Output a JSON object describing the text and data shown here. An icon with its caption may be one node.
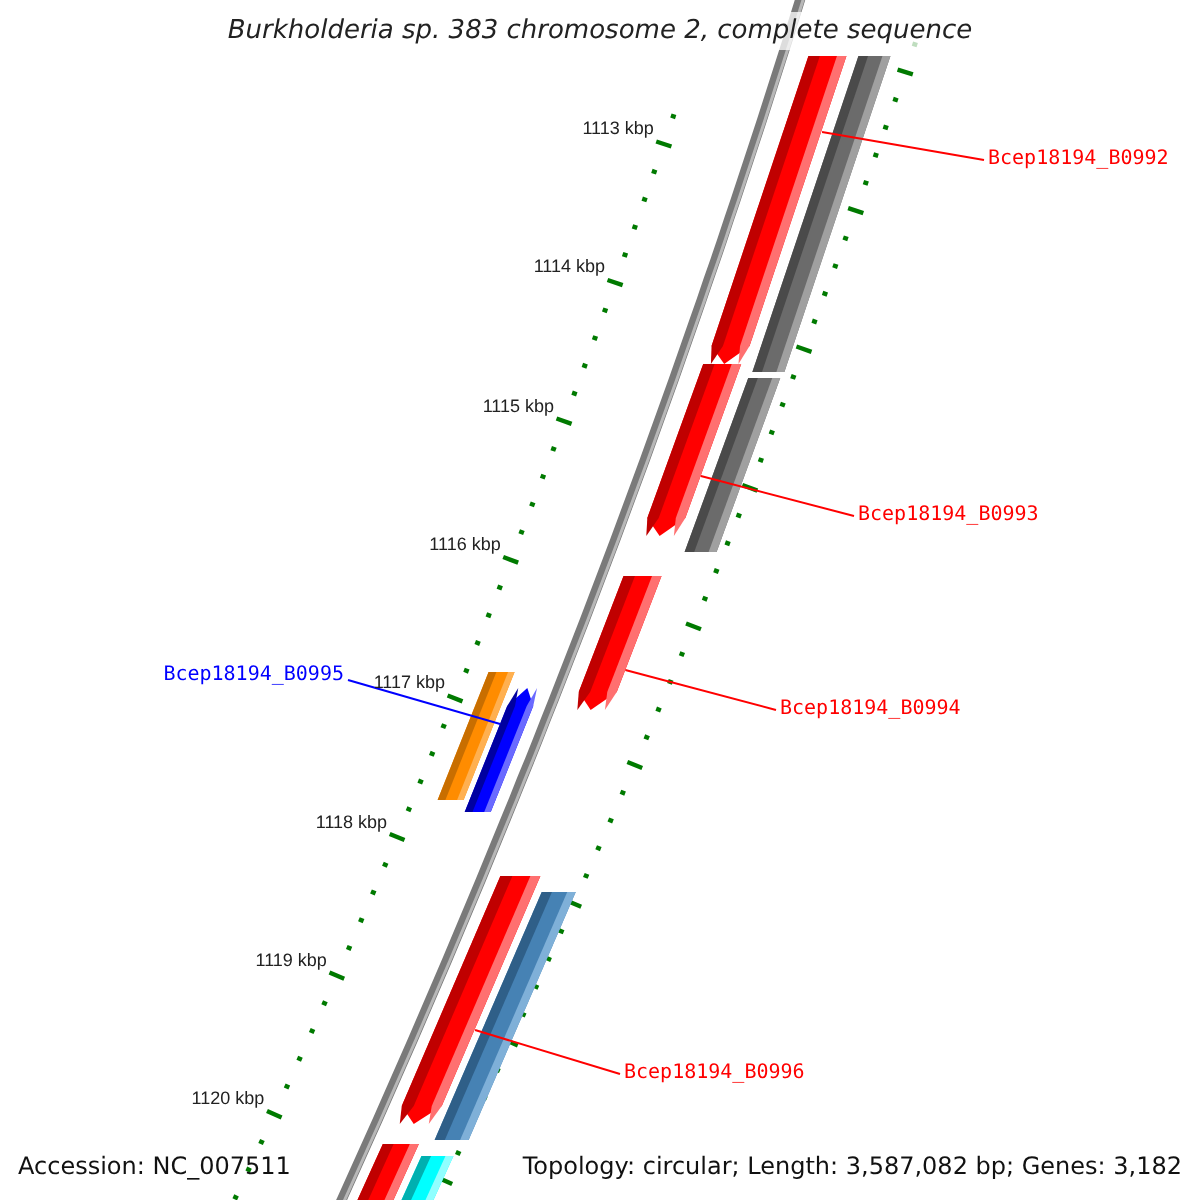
{
  "diagram": {
    "title": "Burkholderia sp. 383 chromosome 2, complete sequence",
    "nodes": [
      {
        "text": [
          "Bcep18194_B0992"
        ]
      },
      {
        "text": [],
        "shape": "bar"
      },
      {
        "text": [
          "Bcep18194_B0993"
        ]
      },
      {
        "text": [],
        "shape": "bar"
      },
      {
        "text": [
          "Bcep18194_B0994"
        ]
      },
      {
        "text": [],
        "shape": "bar"
      },
      {
        "text": [
          "Bcep18194_B0995"
        ]
      },
      {
        "text": [],
        "shape": "bar"
      },
      {
        "text": [
          "Bcep18194_B0996"
        ]
      },
      {
        "text": [],
        "shape": "bar"
      }
    ],
    "edges": [
      {
        "from": 0,
        "to": 1,
        "arrow": "none"
      },
      {
        "from": 2,
        "to": 3,
        "arrow": "none"
      },
      {
        "from": 4,
        "to": 5,
        "arrow": "none"
      },
      {
        "from": 6,
        "to": 7,
        "arrow": "none",
        "color": "#0000ff"
      },
      {
        "from": 8,
        "to": 9,
        "arrow": "none"
      }
    ],
    "labels": [
      "1113 kbp",
      "1114 kbp",
      "1115 kbp",
      "1116 kbp",
      "1117 kbp",
      "1118 kbp",
      "1119 kbp",
      "1120 kbp",
      "Accession: NC_007511",
      "Topology: circular; Length: 3,587,082 bp; Genes: 3,182"
    ]
  }
}
